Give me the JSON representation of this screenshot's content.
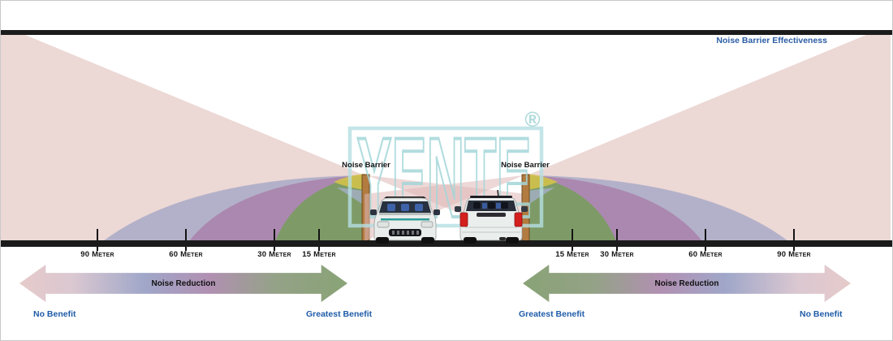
{
  "header": {
    "title": "Noise Barrier Effectiveness"
  },
  "watermark": {
    "text": "YENTE",
    "registered_symbol": "®"
  },
  "barriers": {
    "left_label": "Noise Barrier",
    "right_label": "Noise Barrier"
  },
  "distance_markers": {
    "left": [
      "90 Meter",
      "60 Meter",
      "30 Meter",
      "15 Meter"
    ],
    "right": [
      "15 Meter",
      "30 Meter",
      "60 Meter",
      "90 Meter"
    ]
  },
  "legend_arrows": {
    "left": {
      "center_label": "Noise Reduction",
      "outer_label": "No Benefit",
      "inner_label": "Greatest Benefit"
    },
    "right": {
      "center_label": "Noise Reduction",
      "inner_label": "Greatest Benefit",
      "outer_label": "No Benefit"
    }
  },
  "colors": {
    "zone_no_benefit_pink": "#ecd8d5",
    "zone_blue": "#8e97c2",
    "zone_purple": "#a87ba6",
    "zone_green": "#7e9b67",
    "zone_yellow_accent": "#d2c24a",
    "barrier_brown": "#b27b40",
    "road_black": "#1b1b1b",
    "label_blue": "#1f5ca8",
    "watermark_teal": "#a3d6d8",
    "taillight_red": "#d41f1f"
  }
}
